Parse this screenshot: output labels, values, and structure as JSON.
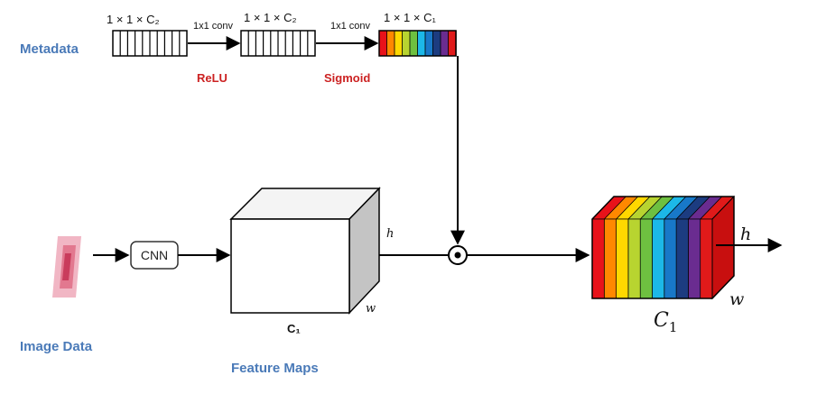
{
  "labels": {
    "metadata": "Metadata",
    "image_data": "Image Data",
    "feature_maps": "Feature Maps"
  },
  "vectors": [
    {
      "dim": "1 × 1 × C₂"
    },
    {
      "dim": "1 × 1 × C₂"
    },
    {
      "dim": "1 × 1 × C₁"
    }
  ],
  "ops": [
    {
      "conv": "1x1 conv",
      "activation": "ReLU"
    },
    {
      "conv": "1x1 conv",
      "activation": "Sigmoid"
    }
  ],
  "cnn_label": "CNN",
  "feature_box": {
    "h": "h",
    "w": "w",
    "c": "C₁"
  },
  "output": {
    "h": "h",
    "w": "w",
    "c_main": "C",
    "c_sub": "1"
  },
  "colors": {
    "accent_blue": "#4a7ab8",
    "accent_red": "#cc2222",
    "spectrum": [
      "#e8121a",
      "#ff8800",
      "#ffd800",
      "#b8d430",
      "#6ec040",
      "#1cb8e8",
      "#1878c8",
      "#1c3c80",
      "#6a2c90",
      "#e01a1a"
    ]
  },
  "icons": {
    "multiply_op": "circle-dot-icon"
  }
}
